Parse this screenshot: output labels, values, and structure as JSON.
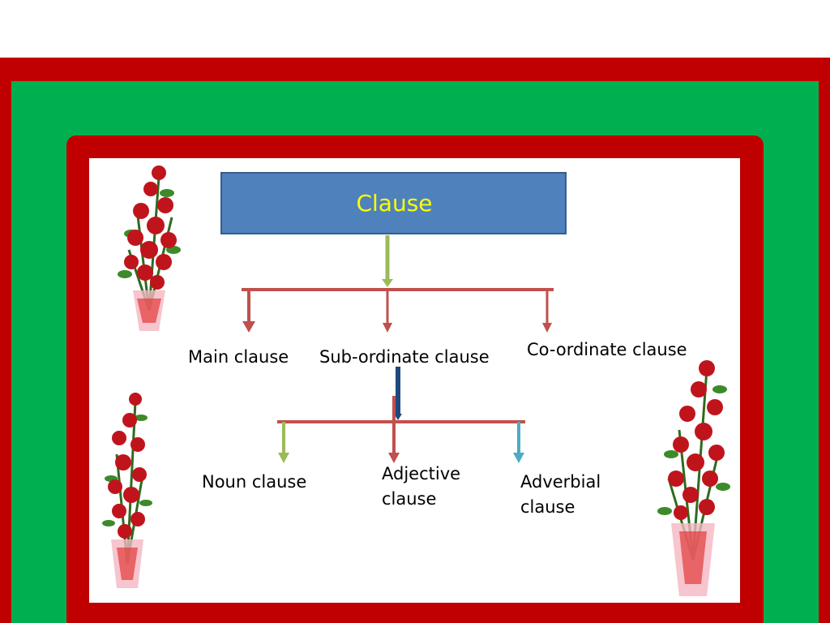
{
  "diagram": {
    "root": {
      "label": "Clause"
    },
    "level1": [
      {
        "label": "Main clause"
      },
      {
        "label": "Sub-ordinate clause"
      },
      {
        "label": "Co-ordinate clause"
      }
    ],
    "level2": [
      {
        "label": "Noun clause"
      },
      {
        "label": "Adjective clause"
      },
      {
        "label": "Adverbial clause"
      }
    ]
  },
  "colors": {
    "border_red": "#c00000",
    "frame_green": "#00b050",
    "box_blue": "#4f81bd",
    "title_yellow": "#ffff00",
    "connector_red": "#c0504d",
    "connector_green": "#9bbb59",
    "connector_dark_blue": "#1f497d",
    "connector_light_blue": "#4bacc6"
  },
  "decorations": [
    "rose-bouquet-icon",
    "rose-bouquet-icon",
    "rose-bouquet-icon"
  ]
}
